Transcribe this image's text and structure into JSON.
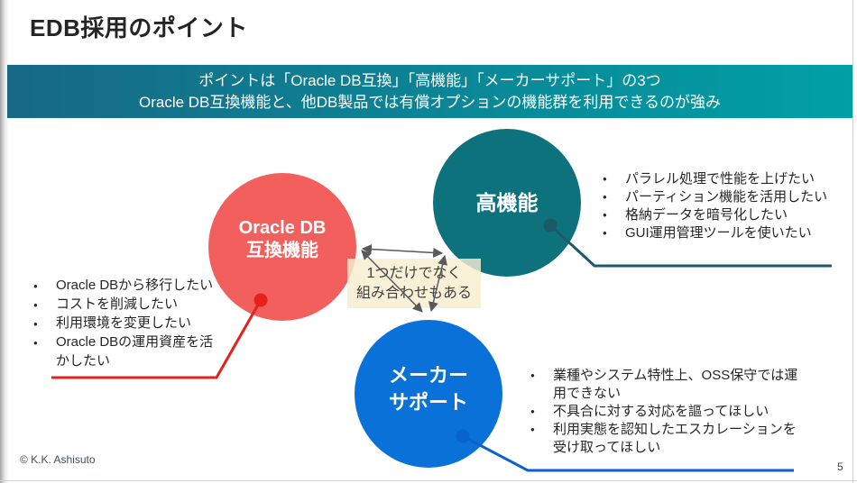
{
  "slide": {
    "title": "EDB採用のポイント",
    "banner": {
      "line1": "ポイントは「Oracle DB互換」「高機能」「メーカーサポート」の3つ",
      "line2": "Oracle DB互換機能と、他DB製品では有償オプションの機能群を利用できるのが強み"
    },
    "circles": [
      {
        "name": "oracle-db-compat",
        "lines": [
          "Oracle DB",
          "互換機能"
        ],
        "color": "#f2605e"
      },
      {
        "name": "high-function",
        "lines": [
          "高機能"
        ],
        "color": "#0e727d"
      },
      {
        "name": "maker-support",
        "lines": [
          "メーカー",
          "サポート"
        ],
        "color": "#0a71d8"
      }
    ],
    "center_note": {
      "lines": [
        "1つだけでなく",
        "組み合わせもある"
      ]
    },
    "lists": {
      "oracle": {
        "items": [
          "Oracle DBから移行したい",
          "コストを削減したい",
          "利用環境を変更したい",
          "Oracle DBの運用資産を活かしたい"
        ]
      },
      "features": {
        "items": [
          "パラレル処理で性能を上げたい",
          "パーティション機能を活用したい",
          "格納データを暗号化したい",
          "GUI運用管理ツールを使いたい"
        ]
      },
      "support": {
        "items": [
          "業種やシステム特性上、OSS保守では運用できない",
          "不具合に対する対応を謳ってほしい",
          "利用実態を認知したエスカレーションを受け取ってほしい"
        ]
      }
    },
    "footer": {
      "copyright": "© K.K. Ashisuto",
      "page": "5"
    },
    "colors": {
      "banner_left": "#176985",
      "banner_right": "#00a0a6",
      "circle_red": "#f2605e",
      "circle_teal": "#0e727d",
      "circle_blue": "#0a71d8",
      "callout_red": "#e8201a",
      "callout_teal": "#1c5a68",
      "callout_blue": "#0a62cf",
      "arrow_gray": "#595959",
      "note_bg": "#f7eecd",
      "text_dark": "#262626"
    }
  }
}
